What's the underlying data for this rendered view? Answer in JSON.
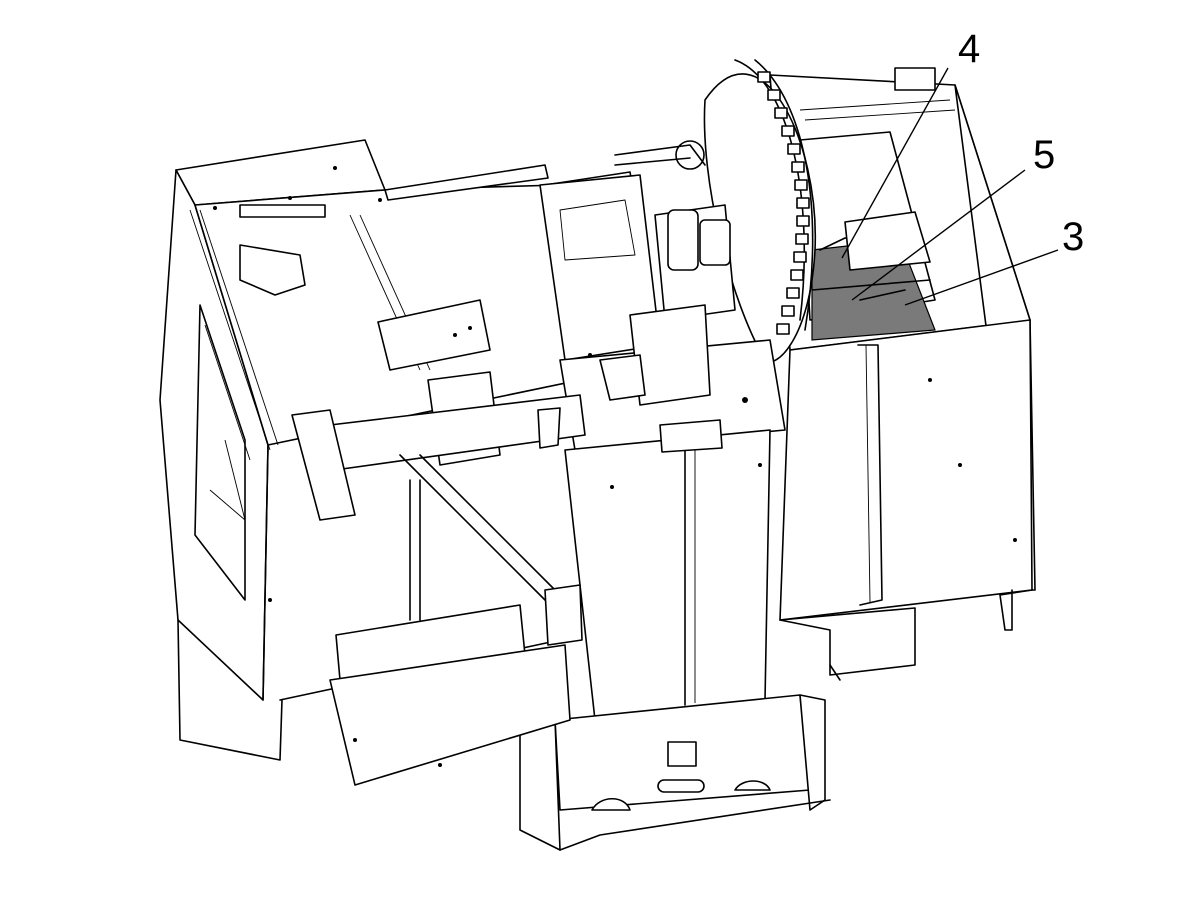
{
  "callouts": [
    {
      "id": "4",
      "label": "4"
    },
    {
      "id": "5",
      "label": "5"
    },
    {
      "id": "3",
      "label": "3"
    }
  ],
  "colors": {
    "line": "#000000",
    "background": "#ffffff",
    "chip_tray": "#7a7a7a"
  }
}
